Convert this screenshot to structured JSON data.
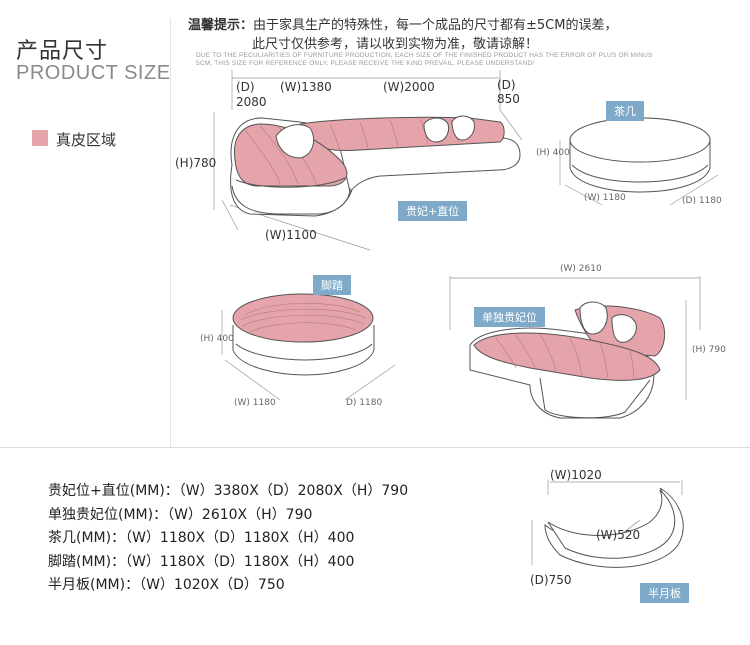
{
  "header": {
    "title_cn": "产品尺寸",
    "title_en": "PRODUCT SIZE"
  },
  "legend": {
    "label": "真皮区域",
    "color": "#e5a3aa"
  },
  "notice": {
    "label": "温馨提示：",
    "line1": "由于家具生产的特殊性，每一个成品的尺寸都有±5CM的误差，",
    "line2": "此尺寸仅供参考，请以收到实物为准，敬请谅解！",
    "english": "DUE TO THE PECULIARITIES OF FURNITURE PRODUCTION, EACH SIZE OF THE FINISHED PRODUCT HAS THE ERROR OF PLUS OR MINUS 5CM, THIS SIZE FOR REFERENCE ONLY, PLEASE RECEIVE THE KIND PREVAIL, PLEASE UNDERSTAND!"
  },
  "sofa_main": {
    "d_top": "(D)",
    "d_top_val": "2080",
    "w1": "(W)1380",
    "w2": "(W)2000",
    "d_right": "(D)",
    "d_right_val": "850",
    "h": "(H)780",
    "w_bottom": "(W)1100",
    "tag": "贵妃+直位"
  },
  "tea_table": {
    "tag": "茶几",
    "h": "(H) 400",
    "w": "(W) 1180",
    "d": "(D) 1180"
  },
  "footstool": {
    "tag": "脚踏",
    "h": "(H) 400",
    "w": "(W) 1180",
    "d": "D) 1180"
  },
  "chaise": {
    "tag": "单独贵妃位",
    "w": "(W) 2610",
    "h": "(H) 790"
  },
  "half_moon": {
    "tag": "半月板",
    "w": "(W)1020",
    "w_inner": "(W)520",
    "d": "(D)750"
  },
  "specs": [
    "贵妃位+直位(MM)：（W）3380X（D）2080X（H）790",
    "单独贵妃位(MM)：（W）2610X（H）790",
    "茶几(MM)：（W）1180X（D）1180X（H）400",
    "脚踏(MM)：（W）1180X（D）1180X（H）400",
    "半月板(MM)：（W）1020X（D）750"
  ],
  "colors": {
    "leather": "#e5a3aa",
    "fabric": "#ffffff",
    "outline": "#555555",
    "dim_line": "#888888",
    "tag_bg": "#7fa9c9"
  }
}
